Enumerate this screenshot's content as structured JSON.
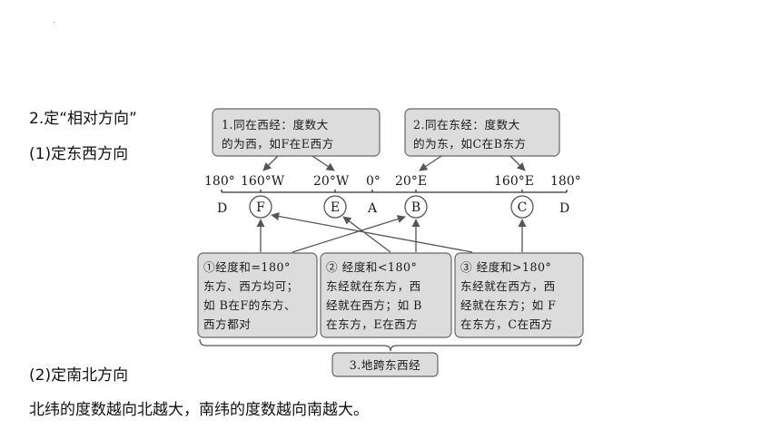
{
  "heading": "2.定“相对方向”",
  "sub1": "(1)定东西方向",
  "sub2": "(2)定南北方向",
  "conclusion": "北纬的度数越向北越大，南纬的度数越向南越大。",
  "diagram": {
    "top_box_west": [
      "1.同在西经：度数大",
      "的为西，如F在E西方"
    ],
    "top_box_east": [
      "2.同在东经：度数大",
      "的为东，如C在B东方"
    ],
    "axis_labels": {
      "left_180": "180°",
      "w160": "160°W",
      "w20": "20°W",
      "zero": "0°",
      "e20": "20°E",
      "e160": "160°E",
      "right_180": "180°"
    },
    "points": {
      "d_left": "D",
      "f": "F",
      "e": "E",
      "a": "A",
      "b": "B",
      "c": "C",
      "d_right": "D"
    },
    "bottom_box_1": [
      "①经度和=180°",
      "东方、西方均可；",
      "如 B在F的东方、",
      "西方都对"
    ],
    "bottom_box_2": [
      "② 经度和<180°",
      "东经就在东方，西",
      "经就在西方；如 B",
      "在东方，E在西方"
    ],
    "bottom_box_3": [
      "③ 经度和>180°",
      "东经就在西方，西",
      "经就在东方；如 F",
      "在东方，C在西方"
    ],
    "span_box": "3.地跨东西经"
  }
}
